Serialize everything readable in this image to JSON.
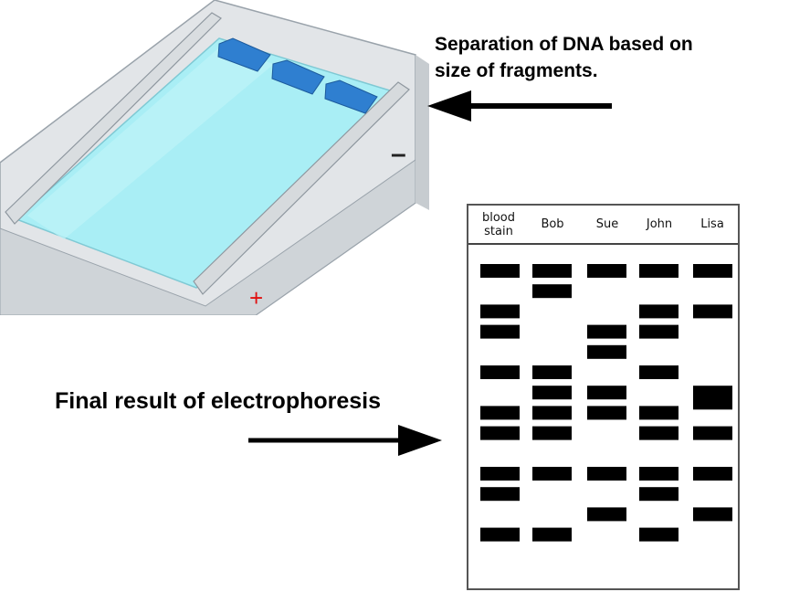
{
  "captions": {
    "top": "Separation of DNA based on\nsize of fragments.",
    "bottom": "Final result of electrophoresis"
  },
  "apparatus": {
    "minus_symbol": "–",
    "plus_symbol": "+",
    "colors": {
      "gel": "#a9eef5",
      "tray": "#e4e6e8",
      "wells": "#2f7fd0",
      "plus": "#e01010",
      "minus": "#222222"
    }
  },
  "gel": {
    "lanes": [
      {
        "label": "blood\nstain",
        "bands": [
          1,
          3,
          4,
          6,
          8,
          9,
          11,
          12,
          14
        ]
      },
      {
        "label": "Bob",
        "bands": [
          1,
          2,
          6,
          7,
          8,
          9,
          11,
          14
        ]
      },
      {
        "label": "Sue",
        "bands": [
          1,
          4,
          5,
          7,
          8,
          11,
          13
        ]
      },
      {
        "label": "John",
        "bands": [
          1,
          3,
          4,
          6,
          8,
          9,
          11,
          12,
          14
        ]
      },
      {
        "label": "Lisa",
        "bands": [
          1,
          3,
          7,
          7.5,
          9,
          11,
          13
        ]
      }
    ],
    "band_color": "#000000"
  }
}
